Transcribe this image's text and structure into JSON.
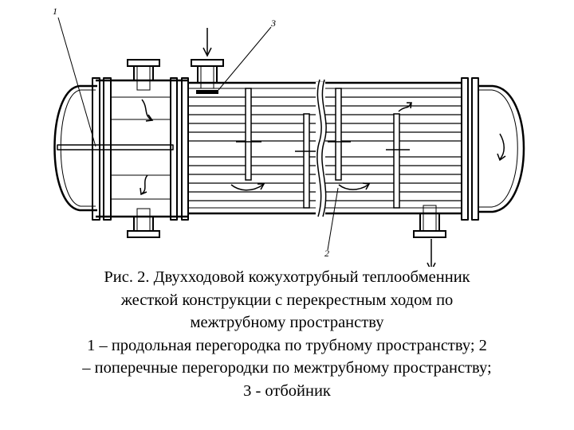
{
  "labels": {
    "part1": "1",
    "part3": "3",
    "part2": "2"
  },
  "caption": {
    "lines": [
      "Рис. 2. Двухходовой кожухотрубный теплообменник",
      "жесткой конструкции с перекрестным ходом по",
      "межтрубному пространству",
      "1 – продольная перегородка по трубному пространству; 2",
      "– поперечные перегородки по межтрубному пространству;",
      "3 - отбойник"
    ]
  }
}
